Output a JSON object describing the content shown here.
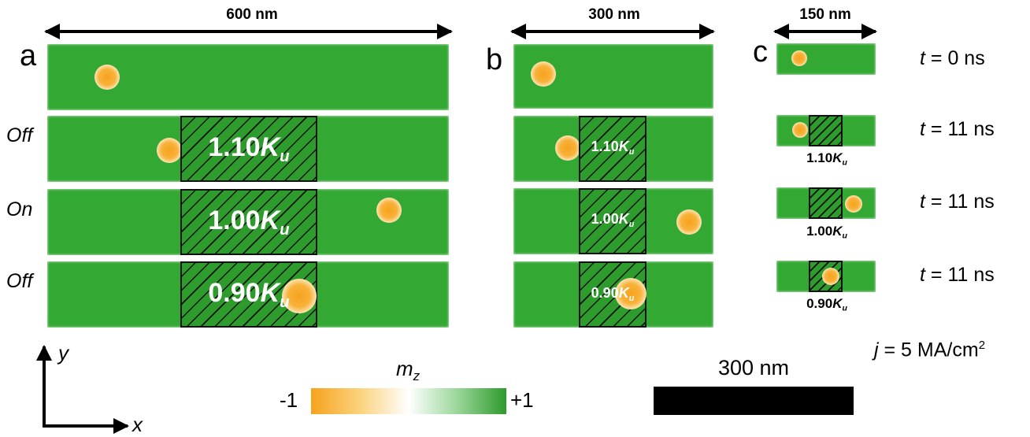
{
  "panels": {
    "a": {
      "letter": "a",
      "width_label": "600 nm"
    },
    "b": {
      "letter": "b",
      "width_label": "300 nm"
    },
    "c": {
      "letter": "c",
      "width_label": "150 nm"
    }
  },
  "states": [
    "Off",
    "On",
    "Off"
  ],
  "anisotropy": {
    "r1": {
      "value": "1.10",
      "unit": "K",
      "sub": "u"
    },
    "r2": {
      "value": "1.00",
      "unit": "K",
      "sub": "u"
    },
    "r3": {
      "value": "0.90",
      "unit": "K",
      "sub": "u"
    }
  },
  "times": {
    "r0": {
      "var": "t",
      "rest": " = 0 ns"
    },
    "r1": {
      "var": "t",
      "rest": " = 11 ns"
    },
    "r2": {
      "var": "t",
      "rest": " = 11 ns"
    },
    "r3": {
      "var": "t",
      "rest": " = 11 ns"
    }
  },
  "current": {
    "var": "j",
    "rest": " = 5 MA/cm",
    "sup": "2"
  },
  "axes": {
    "y": "y",
    "x": "x"
  },
  "colorbar": {
    "label": "m",
    "label_sub": "z",
    "min": "-1",
    "max": "+1",
    "colors": [
      "#f6a31e",
      "#ffffff",
      "#2e9a2d"
    ]
  },
  "scalebar": {
    "label": "300 nm"
  },
  "colors": {
    "strip": "#33a832",
    "skyrmion": "#f6a31e",
    "hatch": "#111111"
  }
}
